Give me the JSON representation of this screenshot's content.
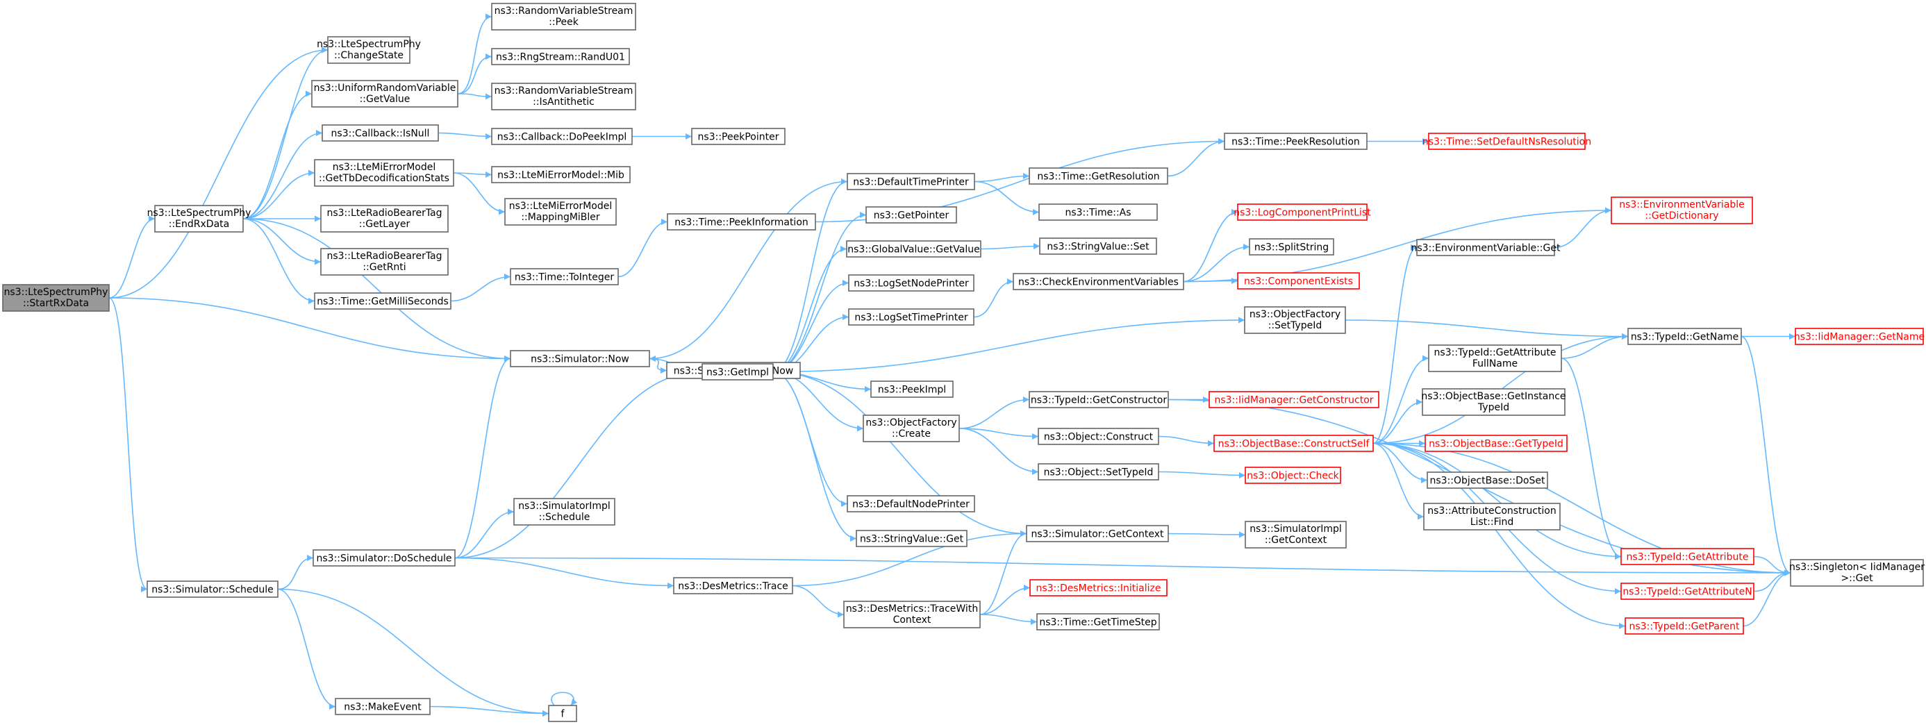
{
  "colors": {
    "edge": "#63b8ff",
    "border": "#666666",
    "root_fill": "#999999",
    "red": "#ff0000"
  },
  "nodes": [
    {
      "id": "startrx",
      "lines": [
        "ns3::LteSpectrumPhy",
        "::StartRxData"
      ],
      "root": true
    },
    {
      "id": "endrx",
      "lines": [
        "ns3::LteSpectrumPhy",
        "::EndRxData"
      ]
    },
    {
      "id": "schedule",
      "lines": [
        "ns3::Simulator::Schedule"
      ]
    },
    {
      "id": "changestate",
      "lines": [
        "ns3::LteSpectrumPhy",
        "::ChangeState"
      ]
    },
    {
      "id": "urvgetvalue",
      "lines": [
        "ns3::UniformRandomVariable",
        "::GetValue"
      ]
    },
    {
      "id": "isnull",
      "lines": [
        "ns3::Callback::IsNull"
      ]
    },
    {
      "id": "gettbdecod",
      "lines": [
        "ns3::LteMiErrorModel",
        "::GetTbDecodificationStats"
      ]
    },
    {
      "id": "getlayer",
      "lines": [
        "ns3::LteRadioBearerTag",
        "::GetLayer"
      ]
    },
    {
      "id": "getrnti",
      "lines": [
        "ns3::LteRadioBearerTag",
        "::GetRnti"
      ]
    },
    {
      "id": "getmilli",
      "lines": [
        "ns3::Time::GetMilliSeconds"
      ]
    },
    {
      "id": "now",
      "lines": [
        "ns3::Simulator::Now"
      ]
    },
    {
      "id": "doschedule",
      "lines": [
        "ns3::Simulator::DoSchedule"
      ]
    },
    {
      "id": "makeevent",
      "lines": [
        "ns3::MakeEvent"
      ]
    },
    {
      "id": "f",
      "lines": [
        "f"
      ]
    },
    {
      "id": "peek",
      "lines": [
        "ns3::RandomVariableStream",
        "::Peek"
      ]
    },
    {
      "id": "randu01",
      "lines": [
        "ns3::RngStream::RandU01"
      ]
    },
    {
      "id": "isantithetic",
      "lines": [
        "ns3::RandomVariableStream",
        "::IsAntithetic"
      ]
    },
    {
      "id": "dopeekimpl",
      "lines": [
        "ns3::Callback::DoPeekImpl"
      ]
    },
    {
      "id": "mib",
      "lines": [
        "ns3::LteMiErrorModel::Mib"
      ]
    },
    {
      "id": "mappingmibler",
      "lines": [
        "ns3::LteMiErrorModel",
        "::MappingMiBler"
      ]
    },
    {
      "id": "tointeger",
      "lines": [
        "ns3::Time::ToInteger"
      ]
    },
    {
      "id": "simimplnow",
      "lines": [
        "ns3::SimulatorImpl::Now"
      ]
    },
    {
      "id": "simimplschedule",
      "lines": [
        "ns3::SimulatorImpl",
        "::Schedule"
      ]
    },
    {
      "id": "destrace",
      "lines": [
        "ns3::DesMetrics::Trace"
      ]
    },
    {
      "id": "peekpointer",
      "lines": [
        "ns3::PeekPointer"
      ]
    },
    {
      "id": "peekinfo",
      "lines": [
        "ns3::Time::PeekInformation"
      ]
    },
    {
      "id": "getimpl",
      "lines": [
        "ns3::GetImpl"
      ]
    },
    {
      "id": "destracectx",
      "lines": [
        "ns3::DesMetrics::TraceWith",
        "Context"
      ]
    },
    {
      "id": "deftimeprinter",
      "lines": [
        "ns3::DefaultTimePrinter"
      ]
    },
    {
      "id": "getpointer",
      "lines": [
        "ns3::GetPointer"
      ]
    },
    {
      "id": "gvgetvalue",
      "lines": [
        "ns3::GlobalValue::GetValue"
      ]
    },
    {
      "id": "logsetnode",
      "lines": [
        "ns3::LogSetNodePrinter"
      ]
    },
    {
      "id": "logsettime",
      "lines": [
        "ns3::LogSetTimePrinter"
      ]
    },
    {
      "id": "peekimpl",
      "lines": [
        "ns3::PeekImpl"
      ]
    },
    {
      "id": "ofcreate",
      "lines": [
        "ns3::ObjectFactory",
        "::Create"
      ]
    },
    {
      "id": "defnodeprinter",
      "lines": [
        "ns3::DefaultNodePrinter"
      ]
    },
    {
      "id": "svget",
      "lines": [
        "ns3::StringValue::Get"
      ]
    },
    {
      "id": "getresolution",
      "lines": [
        "ns3::Time::GetResolution"
      ]
    },
    {
      "id": "timeas",
      "lines": [
        "ns3::Time::As"
      ]
    },
    {
      "id": "svset",
      "lines": [
        "ns3::StringValue::Set"
      ]
    },
    {
      "id": "checkenv",
      "lines": [
        "ns3::CheckEnvironmentVariables"
      ]
    },
    {
      "id": "tidgetctor",
      "lines": [
        "ns3::TypeId::GetConstructor"
      ]
    },
    {
      "id": "objconstruct",
      "lines": [
        "ns3::Object::Construct"
      ]
    },
    {
      "id": "objsettypeid",
      "lines": [
        "ns3::Object::SetTypeId"
      ]
    },
    {
      "id": "simgetctx",
      "lines": [
        "ns3::Simulator::GetContext"
      ]
    },
    {
      "id": "desinit",
      "lines": [
        "ns3::DesMetrics::Initialize"
      ],
      "red": true
    },
    {
      "id": "gettimestep",
      "lines": [
        "ns3::Time::GetTimeStep"
      ]
    },
    {
      "id": "peekres",
      "lines": [
        "ns3::Time::PeekResolution"
      ]
    },
    {
      "id": "logcompprint",
      "lines": [
        "ns3::LogComponentPrintList"
      ],
      "red": true
    },
    {
      "id": "splitstring",
      "lines": [
        "ns3::SplitString"
      ]
    },
    {
      "id": "compexists",
      "lines": [
        "ns3::ComponentExists"
      ],
      "red": true
    },
    {
      "id": "ofsettypeid",
      "lines": [
        "ns3::ObjectFactory",
        "::SetTypeId"
      ]
    },
    {
      "id": "iidgetctor",
      "lines": [
        "ns3::IidManager::GetConstructor"
      ],
      "red": true
    },
    {
      "id": "constructself",
      "lines": [
        "ns3::ObjectBase::ConstructSelf"
      ],
      "red": true
    },
    {
      "id": "objcheck",
      "lines": [
        "ns3::Object::Check"
      ],
      "red": true
    },
    {
      "id": "simimplgetctx",
      "lines": [
        "ns3::SimulatorImpl",
        "::GetContext"
      ]
    },
    {
      "id": "setdefnsres",
      "lines": [
        "ns3::Time::SetDefaultNsResolution"
      ],
      "red": true
    },
    {
      "id": "envget",
      "lines": [
        "ns3::EnvironmentVariable::Get"
      ]
    },
    {
      "id": "tidgetattrfull",
      "lines": [
        "ns3::TypeId::GetAttribute",
        "FullName"
      ]
    },
    {
      "id": "obgetinst",
      "lines": [
        "ns3::ObjectBase::GetInstance",
        "TypeId"
      ]
    },
    {
      "id": "obgettypeid",
      "lines": [
        "ns3::ObjectBase::GetTypeId"
      ],
      "red": true
    },
    {
      "id": "obdoset",
      "lines": [
        "ns3::ObjectBase::DoSet"
      ]
    },
    {
      "id": "attrconstfind",
      "lines": [
        "ns3::AttributeConstruction",
        "List::Find"
      ]
    },
    {
      "id": "envgetdict",
      "lines": [
        "ns3::EnvironmentVariable",
        "::GetDictionary"
      ],
      "red": true
    },
    {
      "id": "tidgetname",
      "lines": [
        "ns3::TypeId::GetName"
      ]
    },
    {
      "id": "tidgetattr",
      "lines": [
        "ns3::TypeId::GetAttribute"
      ],
      "red": true
    },
    {
      "id": "tidgetattrn",
      "lines": [
        "ns3::TypeId::GetAttributeN"
      ],
      "red": true
    },
    {
      "id": "tidgetparent",
      "lines": [
        "ns3::TypeId::GetParent"
      ],
      "red": true
    },
    {
      "id": "iidgetname",
      "lines": [
        "ns3::IidManager::GetName"
      ],
      "red": true
    },
    {
      "id": "singletonget",
      "lines": [
        "ns3::Singleton< IidManager",
        ">::Get"
      ]
    }
  ]
}
